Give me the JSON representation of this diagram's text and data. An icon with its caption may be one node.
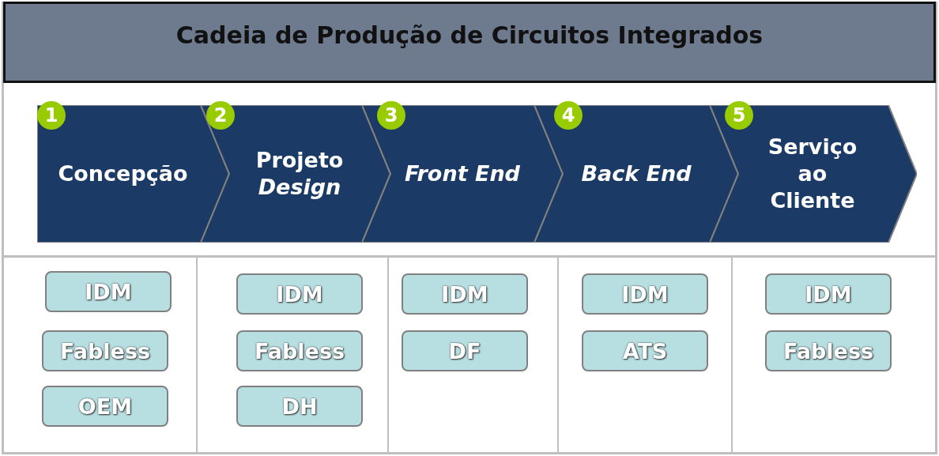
{
  "diagram": {
    "title": "Cadeia de Produção de Circuitos Integrados",
    "nodes": [
      {
        "text": [
          "Concepção"
        ]
      },
      {
        "text": [
          "1"
        ],
        "in": 0
      },
      {
        "text": [
          "Projeto *Design*"
        ]
      },
      {
        "text": [
          "2"
        ],
        "in": 2
      },
      {
        "text": [
          "Front End"
        ]
      },
      {
        "text": [
          "3"
        ],
        "in": 4
      },
      {
        "text": [
          "Back End"
        ]
      },
      {
        "text": [
          "4"
        ],
        "in": 6
      },
      {
        "text": [
          "Serviço ao Cliente"
        ]
      },
      {
        "text": [
          "5"
        ],
        "in": 8
      },
      {
        "text": [
          "IDM"
        ]
      },
      {
        "text": [
          "Fabless"
        ]
      },
      {
        "text": [
          "OEM"
        ]
      },
      {
        "text": [
          "IDM"
        ]
      },
      {
        "text": [
          "Fabless"
        ]
      },
      {
        "text": [
          "DH"
        ]
      },
      {
        "text": [
          "IDM"
        ]
      },
      {
        "text": [
          "DF"
        ]
      },
      {
        "text": [
          "IDM"
        ]
      },
      {
        "text": [
          "ATS"
        ]
      },
      {
        "text": [
          "IDM"
        ]
      },
      {
        "text": [
          "Fabless"
        ]
      }
    ],
    "edges": []
  }
}
